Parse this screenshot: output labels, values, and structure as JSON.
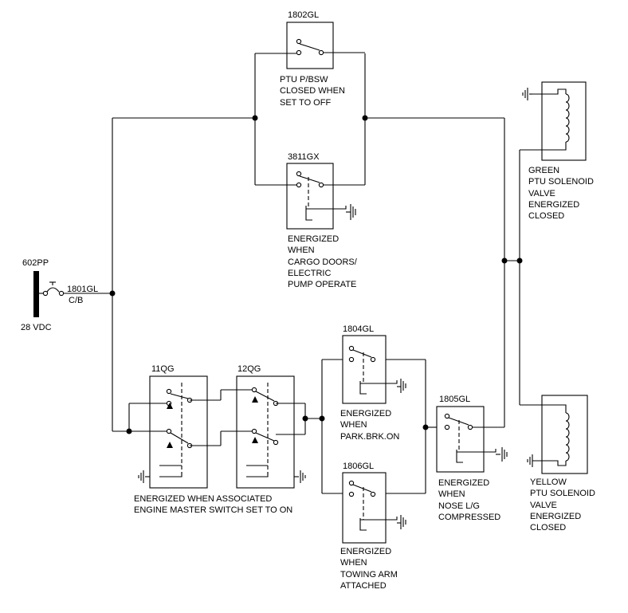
{
  "source": {
    "id": "602PP",
    "voltage": "28 VDC"
  },
  "breaker": {
    "id": "1801GL",
    "type": "C/B"
  },
  "relays": {
    "r1802": {
      "id": "1802GL",
      "desc": "PTU P/BSW\nCLOSED WHEN\nSET TO OFF"
    },
    "r3811": {
      "id": "3811GX",
      "desc": "ENERGIZED\nWHEN\nCARGO DOORS/\nELECTRIC\nPUMP OPERATE"
    },
    "r11qg": {
      "id": "11QG"
    },
    "r12qg": {
      "id": "12QG"
    },
    "r1804": {
      "id": "1804GL",
      "desc": "ENERGIZED\nWHEN\nPARK.BRK.ON"
    },
    "r1806": {
      "id": "1806GL",
      "desc": "ENERGIZED\nWHEN\nTOWING ARM\nATTACHED"
    },
    "r1805": {
      "id": "1805GL",
      "desc": "ENERGIZED\nWHEN\nNOSE L/G\nCOMPRESSED"
    }
  },
  "engine_note": "ENERGIZED WHEN ASSOCIATED\nENGINE MASTER SWITCH SET TO ON",
  "solenoids": {
    "green": {
      "desc": "GREEN\nPTU SOLENOID\nVALVE\nENERGIZED\nCLOSED"
    },
    "yellow": {
      "desc": "YELLOW\nPTU SOLENOID\nVALVE\nENERGIZED\nCLOSED"
    }
  }
}
